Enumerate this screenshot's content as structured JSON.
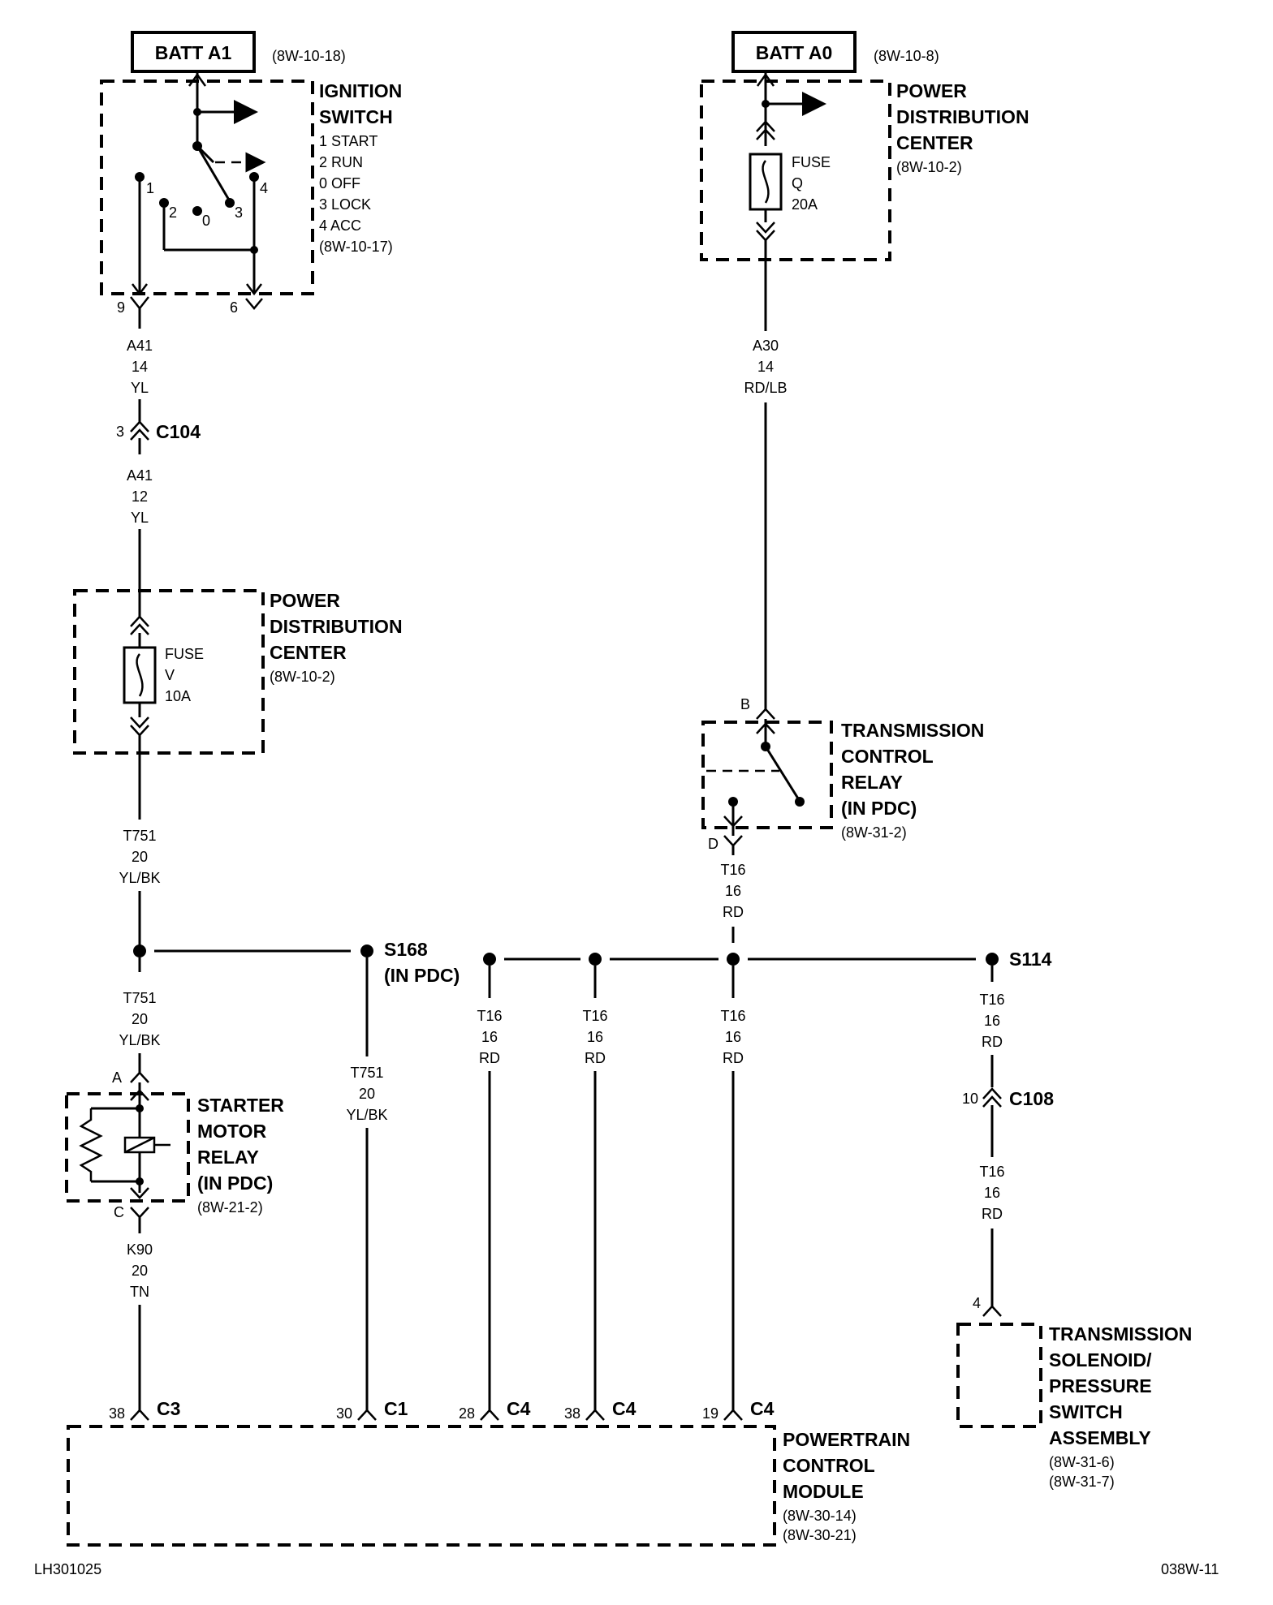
{
  "ignition_switch": {
    "batt_label": "BATT A1",
    "batt_ref": "(8W-10-18)",
    "title": [
      "IGNITION",
      "SWITCH"
    ],
    "positions": [
      "1 START",
      "2 RUN",
      "0 OFF",
      "3 LOCK",
      "4 ACC"
    ],
    "ref": "(8W-10-17)",
    "contacts": [
      "1",
      "2",
      "0",
      "3",
      "4"
    ],
    "pin_left": "9",
    "pin_right": "6"
  },
  "pdc_top": {
    "batt_label": "BATT A0",
    "batt_ref": "(8W-10-8)",
    "title": [
      "POWER",
      "DISTRIBUTION",
      "CENTER"
    ],
    "ref": "(8W-10-2)",
    "fuse": [
      "FUSE",
      "Q",
      "20A"
    ]
  },
  "wires": {
    "a41_upper": [
      "A41",
      "14",
      "YL"
    ],
    "a41_lower": [
      "A41",
      "12",
      "YL"
    ],
    "a30": [
      "A30",
      "14",
      "RD/LB"
    ],
    "t751_upper": [
      "T751",
      "20",
      "YL/BK"
    ],
    "t751_mid": [
      "T751",
      "20",
      "YL/BK"
    ],
    "t751_s168": [
      "T751",
      "20",
      "YL/BK"
    ],
    "t16_relay": [
      "T16",
      "16",
      "RD"
    ],
    "t16_b1": [
      "T16",
      "16",
      "RD"
    ],
    "t16_b2": [
      "T16",
      "16",
      "RD"
    ],
    "t16_b3": [
      "T16",
      "16",
      "RD"
    ],
    "t16_s114": [
      "T16",
      "16",
      "RD"
    ],
    "t16_c108": [
      "T16",
      "16",
      "RD"
    ],
    "k90": [
      "K90",
      "20",
      "TN"
    ]
  },
  "connectors": {
    "c104_pin": "3",
    "c104": "C104",
    "c108_pin": "10",
    "c108": "C108"
  },
  "pdc_left": {
    "title": [
      "POWER",
      "DISTRIBUTION",
      "CENTER"
    ],
    "ref": "(8W-10-2)",
    "fuse": [
      "FUSE",
      "V",
      "10A"
    ]
  },
  "tcr": {
    "title": [
      "TRANSMISSION",
      "CONTROL",
      "RELAY",
      "(IN PDC)"
    ],
    "ref": "(8W-31-2)",
    "pin_b": "B",
    "pin_d": "D"
  },
  "splices": {
    "s168": [
      "S168",
      "(IN PDC)"
    ],
    "s114": "S114"
  },
  "starter_relay": {
    "title": [
      "STARTER",
      "MOTOR",
      "RELAY",
      "(IN PDC)"
    ],
    "ref": "(8W-21-2)",
    "pin_a": "A",
    "pin_c": "C"
  },
  "pcm": {
    "title": [
      "POWERTRAIN",
      "CONTROL",
      "MODULE"
    ],
    "refs": [
      "(8W-30-14)",
      "(8W-30-21)"
    ],
    "pins": [
      {
        "pin": "38",
        "conn": "C3"
      },
      {
        "pin": "30",
        "conn": "C1"
      },
      {
        "pin": "28",
        "conn": "C4"
      },
      {
        "pin": "38",
        "conn": "C4"
      },
      {
        "pin": "19",
        "conn": "C4"
      }
    ]
  },
  "solenoid": {
    "pin": "4",
    "title": [
      "TRANSMISSION",
      "SOLENOID/",
      "PRESSURE",
      "SWITCH",
      "ASSEMBLY"
    ],
    "refs": [
      "(8W-31-6)",
      "(8W-31-7)"
    ]
  },
  "footer": {
    "left": "LH301025",
    "right": "038W-11"
  }
}
